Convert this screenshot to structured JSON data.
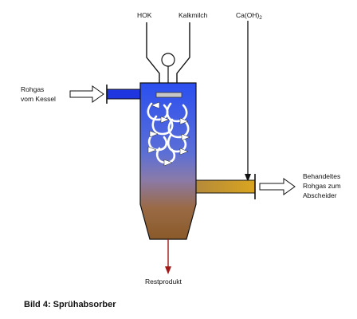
{
  "labels": {
    "hok": "HOK",
    "kalkmilch": "Kalkmilch",
    "caoh2_main": "Ca(OH)",
    "caoh2_sub": "2",
    "rohgas_line1": "Rohgas",
    "rohgas_line2": "vom Kessel",
    "behandeltes_line1": "Behandeltes",
    "behandeltes_line2": "Rohgas zum",
    "behandeltes_line3": "Abscheider",
    "restprodukt": "Restprodukt"
  },
  "caption": "Bild 4:  Sprühabsorber",
  "colors": {
    "tower_top": "#2b4ff0",
    "tower_mid": "#8a7aa8",
    "tower_bottom": "#8a5a2a",
    "inlet_pipe": "#1f35e0",
    "outlet_pipe_left": "#b58a3a",
    "outlet_pipe_right": "#d9a520",
    "product_arrow": "#a01818"
  }
}
